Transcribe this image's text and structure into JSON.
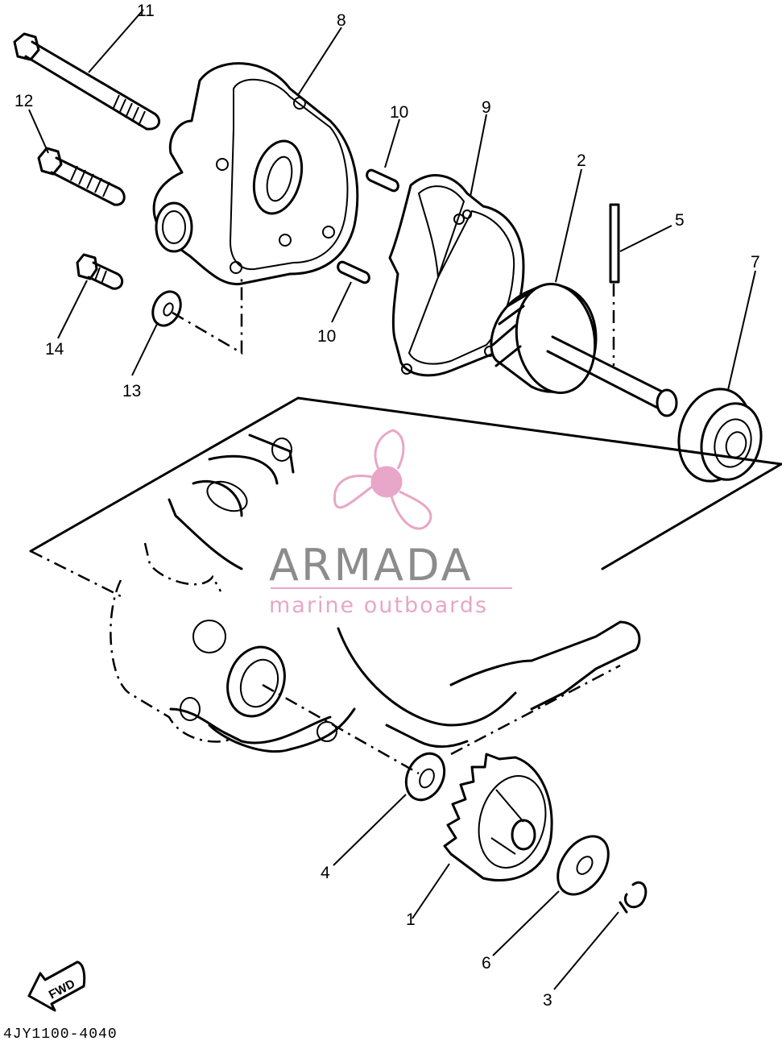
{
  "diagram": {
    "callouts": [
      {
        "id": "c11",
        "text": "11"
      },
      {
        "id": "c8",
        "text": "8"
      },
      {
        "id": "c12",
        "text": "12"
      },
      {
        "id": "c10a",
        "text": "10"
      },
      {
        "id": "c9",
        "text": "9"
      },
      {
        "id": "c2",
        "text": "2"
      },
      {
        "id": "c5",
        "text": "5"
      },
      {
        "id": "c7",
        "text": "7"
      },
      {
        "id": "c14",
        "text": "14"
      },
      {
        "id": "c13",
        "text": "13"
      },
      {
        "id": "c10b",
        "text": "10"
      },
      {
        "id": "c4",
        "text": "4"
      },
      {
        "id": "c1",
        "text": "1"
      },
      {
        "id": "c6",
        "text": "6"
      },
      {
        "id": "c3",
        "text": "3"
      }
    ],
    "catalog_code": "4JY1100-4040",
    "fwd_label": "FWD"
  },
  "watermark": {
    "brand": "ARMADA",
    "tagline": "marine outboards",
    "colors": {
      "brand_gray": "#8c8c8c",
      "logo_pink": "#e8a6c8"
    }
  }
}
